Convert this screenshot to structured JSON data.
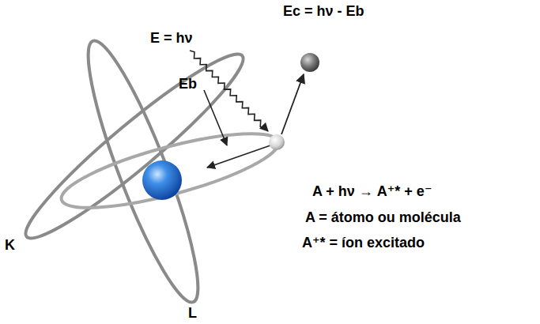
{
  "diagram": {
    "labels": [
      "Ec = hν - Eb",
      "E = hν",
      "Eb",
      "A + hν → A⁺* + e⁻",
      "A = átomo ou molécula",
      "A⁺* = íon excitado",
      "K",
      "L"
    ]
  }
}
